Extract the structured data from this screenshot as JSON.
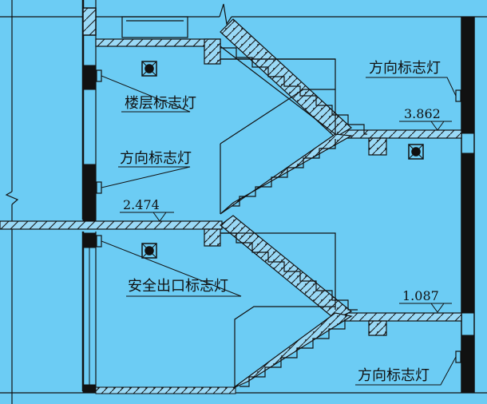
{
  "labels": {
    "direction_sign_top": "方向标志灯",
    "floor_sign": "楼层标志灯",
    "direction_sign_mid": "方向标志灯",
    "exit_sign": "安全出口标志灯",
    "direction_sign_bottom": "方向标志灯"
  },
  "levels": {
    "upper_landing": "3.862",
    "floor": "2.474",
    "lower_landing": "1.087"
  },
  "colors": {
    "background": "#6cccf4",
    "line": "#111111",
    "slab_fill": "#9ad9f6"
  }
}
